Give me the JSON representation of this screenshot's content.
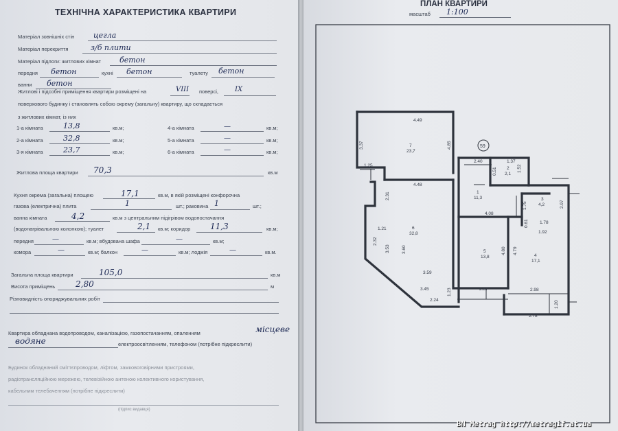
{
  "document": {
    "title": "ТЕХНІЧНА ХАРАКТЕРИСТИКА КВАРТИРИ",
    "walls": {
      "label": "Матеріал зовнішніх стін",
      "value": "цегла"
    },
    "ceiling": {
      "label": "Матеріал перекриття",
      "value": "з/б плити"
    },
    "floor": {
      "label": "Матеріал підлоги: житлових кімнат",
      "rooms_value": "бетон",
      "hall_label": "передня",
      "hall_value": "бетон",
      "kitchen_label": "кухні",
      "kitchen_value": "бетон",
      "toilet_label": "туалету",
      "toilet_value": "бетон",
      "bath_label": "ванни",
      "bath_value": "бетон"
    },
    "location": {
      "line1_pre": "Житлові і підсобні приміщення квартири розміщені на",
      "floor": "VIII",
      "line1_mid": "поверсі,",
      "total": "IX",
      "line2": "поверхового будинку і становлять собою окрему (загальну) квартиру, що складається",
      "line3": "з житлових кімнат, із них"
    },
    "rooms_left": [
      {
        "label": "1-а кімната",
        "value": "13,8",
        "unit": "кв.м;"
      },
      {
        "label": "2-а кімната",
        "value": "32,8",
        "unit": "кв.м;"
      },
      {
        "label": "3-я кімната",
        "value": "23,7",
        "unit": "кв.м;"
      }
    ],
    "rooms_right": [
      {
        "label": "4-а кімната",
        "value": "—",
        "unit": "кв.м;"
      },
      {
        "label": "5-а кімната",
        "value": "—",
        "unit": "кв.м;"
      },
      {
        "label": "6-а кімната",
        "value": "—",
        "unit": "кв.м;"
      }
    ],
    "living_area": {
      "label": "Житлова площа квартири",
      "value": "70,3",
      "unit": "кв.м"
    },
    "kitchen": {
      "line1_pre": "Кухня окрема (загальна) площею",
      "value": "17,1",
      "line1_post": "кв.м, в якій розміщені конфорочна",
      "line2_pre": "газова (електрична) плита",
      "stove": "1",
      "line2_mid": "шт.; раковина",
      "sink": "1",
      "line2_post": "шт.;"
    },
    "bath": {
      "label": "ванна кімната",
      "value": "4,2",
      "post": "кв.м з центральним підігрівом водопостачання"
    },
    "utility": {
      "boiler": "(водонагрівальною колонкою); туалет",
      "toilet_value": "2,1",
      "corridor_label": "кв.м; коридор",
      "corridor_value": "11,3",
      "unit": "кв.м;"
    },
    "hallway": {
      "label": "передня",
      "value": "—",
      "wardrobe_label": "кв.м; вбудована шафа",
      "wardrobe_value": "—",
      "unit": "кв.м;"
    },
    "storage": {
      "label": "комора",
      "value": "—",
      "balcony_label": "кв.м; балкон",
      "balcony_value": "—",
      "loggia_label": "кв.м; лоджія",
      "loggia_value": "—",
      "unit": "кв.м."
    },
    "total_area": {
      "label": "Загальна площа квартири",
      "value": "105,0",
      "unit": "кв.м"
    },
    "height": {
      "label": "Висота приміщень",
      "value": "2,80",
      "unit": "м"
    },
    "works": {
      "label": "Різновидність опоряджувальних робіт"
    },
    "equipment": {
      "line1": "Квартира обладнана водопроводом, каналізацією, газопостачанням, опаленням",
      "heating_value": "місцеве",
      "water_value": "водяне",
      "line2": "електроосвітленням, телефоном (потрібне підкреслити)"
    },
    "building": {
      "line1": "Будинок обладнаний сміттєпроводом, ліфтом, замковоговірними пристроями,",
      "line2": "радіотрансляційною мережею, телевізійною антеною колективного користування,",
      "line3": "кабельним телебаченням (потрібне підкреслити)",
      "signature": "(підпис видавця)"
    }
  },
  "plan": {
    "title": "ПЛАН КВАРТИРИ",
    "scale_label": "масштаб",
    "scale_value": "1:100",
    "apartment_number": "59",
    "rooms": [
      {
        "num": "7",
        "area": "23,7"
      },
      {
        "num": "6",
        "area": "32,8"
      },
      {
        "num": "1",
        "area": "11,3"
      },
      {
        "num": "2",
        "area": "2,1"
      },
      {
        "num": "3",
        "area": "4,2"
      },
      {
        "num": "5",
        "area": "13,8"
      },
      {
        "num": "4",
        "area": "17,1"
      }
    ],
    "dimensions": [
      "4.49",
      "3.37",
      "1.25",
      "4.85",
      "2.40",
      "1.37",
      "0.51",
      "1.52",
      "4.48",
      "2.31",
      "1.21",
      "2.32",
      "3.53",
      "3.60",
      "3.59",
      "3.45",
      "2.24",
      "1.23",
      "4.08",
      "1.75",
      "2.97",
      "1.78",
      "0.61",
      "1.92",
      "4.80",
      "4.79",
      "2.87",
      "2.98",
      "2.78",
      "1.20"
    ]
  },
  "watermark": "BN Metrag http://metragif.at.ua",
  "colors": {
    "ink": "#2a2f3a",
    "handwriting": "#1e2a55",
    "paper": "#e6e8ec",
    "background": "#8c8f94"
  }
}
